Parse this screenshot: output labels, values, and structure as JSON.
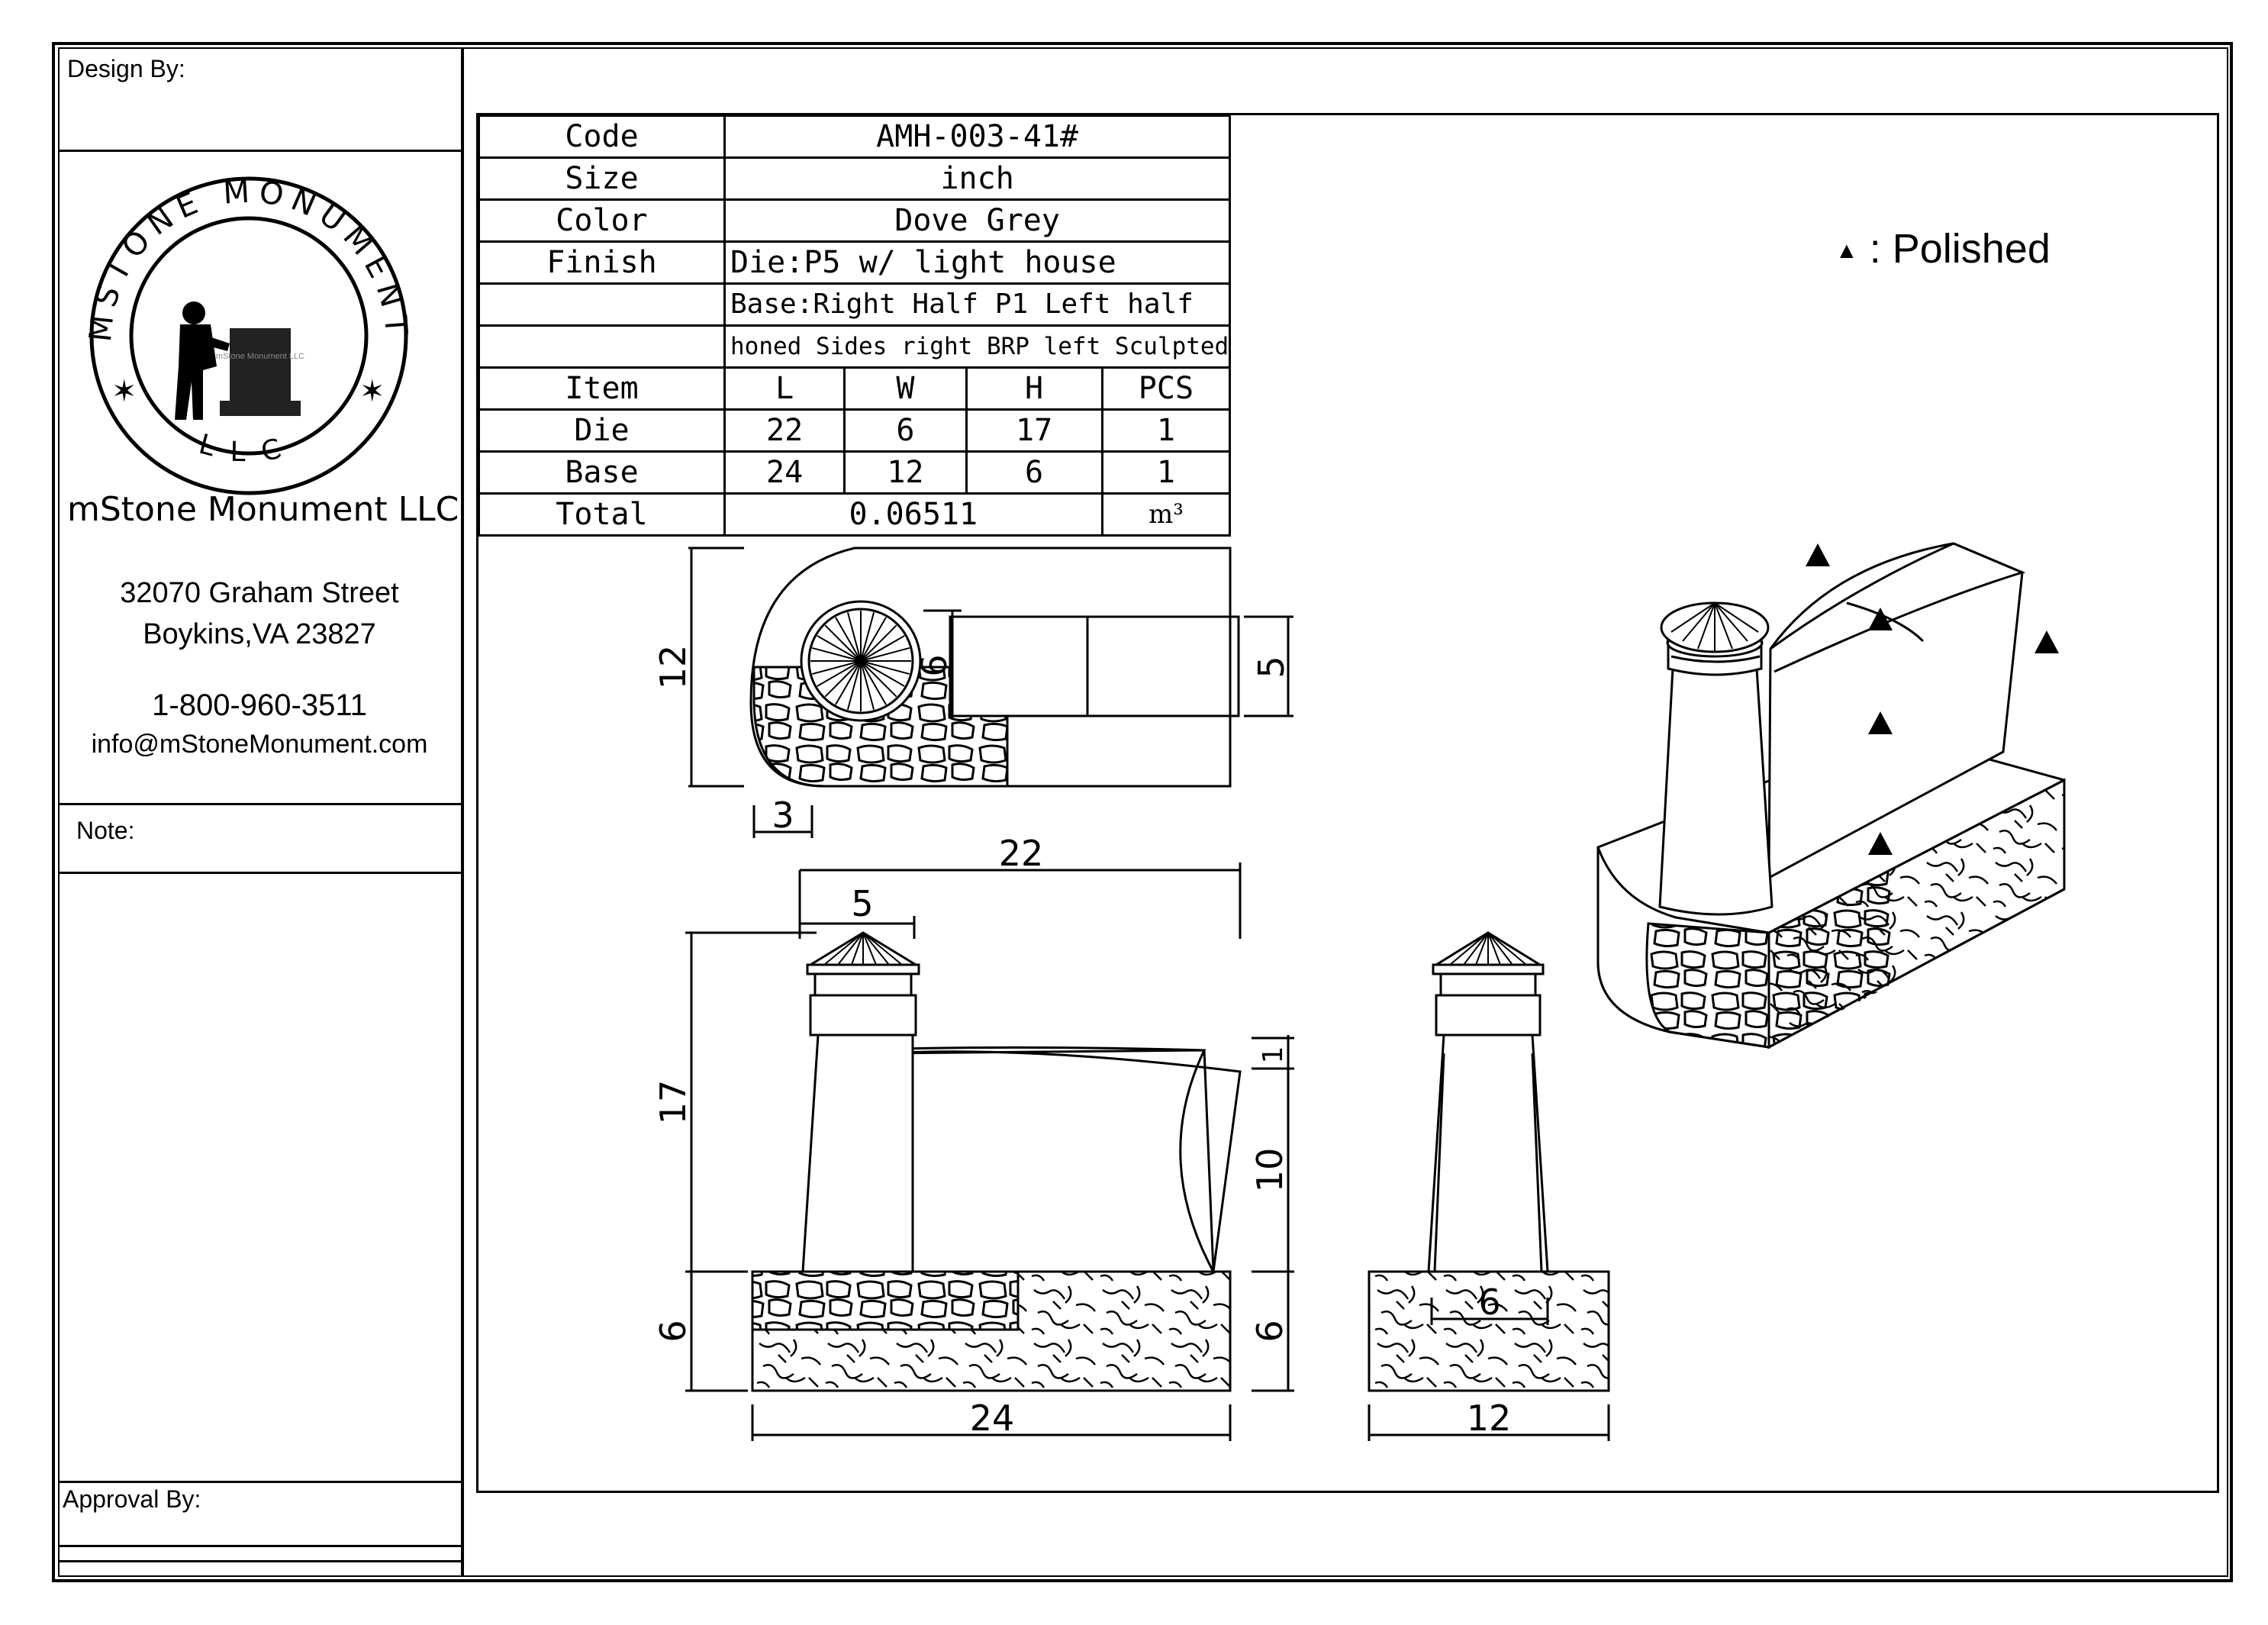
{
  "sidebar": {
    "design_by": "Design By:",
    "logo": {
      "ring_text_top": "MSTONE MONUMENT",
      "ring_text_bottom": "LLC",
      "stone_text": "mStone Monument LLC"
    },
    "company_name": "mStone Monument LLC",
    "address_line1": "32070 Graham Street",
    "address_line2": "Boykins,VA 23827",
    "phone": "1-800-960-3511",
    "email": "info@mStoneMonument.com",
    "note_label": "Note:",
    "approval_label": "Approval By:"
  },
  "spec_table": {
    "code_label": "Code",
    "code_value": "AMH-003-41#",
    "size_label": "Size",
    "size_value": "inch",
    "color_label": "Color",
    "color_value": "Dove Grey",
    "finish_label": "Finish",
    "finish_line1": "Die:P5 w/ light house",
    "finish_line2": "Base:Right Half P1 Left half",
    "finish_line3": "honed Sides right BRP left Sculpted",
    "headers": [
      "Item",
      "L",
      "W",
      "H",
      "PCS"
    ],
    "rows": [
      {
        "item": "Die",
        "l": "22",
        "w": "6",
        "h": "17",
        "pcs": "1"
      },
      {
        "item": "Base",
        "l": "24",
        "w": "12",
        "h": "6",
        "pcs": "1"
      }
    ],
    "total_label": "Total",
    "total_value": "0.06511",
    "total_unit": "m³"
  },
  "legend": {
    "symbol": "▲",
    "text": ": Polished"
  },
  "dimensions": {
    "top_depth": "12",
    "top_offset": "3",
    "top_lighthouse_dia": "6",
    "top_die_thickness": "5",
    "front_width_die": "22",
    "front_lighthouse_width": "5",
    "front_die_height": "17",
    "front_base_height": "6",
    "front_base_width": "24",
    "front_right_top": "1",
    "front_right_mid": "10",
    "side_base_height": "6",
    "side_lighthouse": "6",
    "side_base_width": "12"
  }
}
